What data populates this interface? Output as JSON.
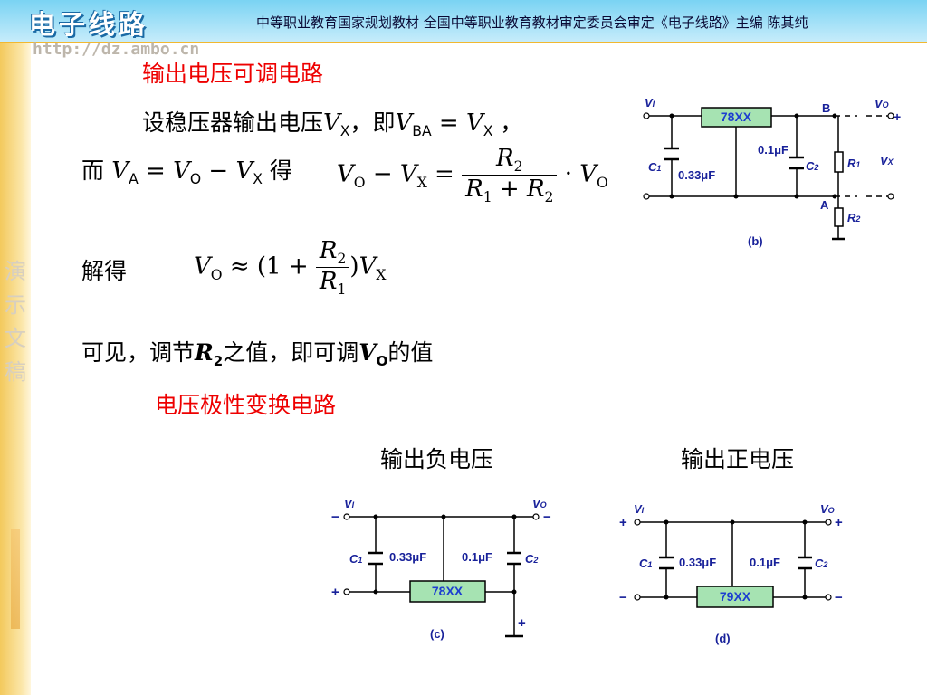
{
  "header": {
    "logo": "电子线路",
    "info": "中等职业教育国家规划教材 全国中等职业教育教材审定委员会审定《电子线路》主编 陈其纯",
    "url": "http://dz.ambo.cn"
  },
  "sidebar": {
    "vertical_text": "演示文稿"
  },
  "section1": {
    "title": "输出电压可调电路",
    "intro_prefix": "设稳压器输出电压",
    "intro_mid": "，即",
    "and_text": "而",
    "get_text": "得",
    "solve_text": "解得",
    "conclusion_prefix": "可见，调节",
    "conclusion_mid": "之值，即可调",
    "conclusion_suffix": "的值"
  },
  "section2": {
    "title": "电压极性变换电路",
    "label_neg": "输出负电压",
    "label_pos": "输出正电压"
  },
  "circuit_b": {
    "vi": "V",
    "vi_sub": "I",
    "vo": "V",
    "vo_sub": "O",
    "chip": "78",
    "chip_suffix": "ΧΧ",
    "c1": "C",
    "c1_sub": "1",
    "c1_val": "0.33μF",
    "c2": "C",
    "c2_sub": "2",
    "c2_val": "0.1μF",
    "r1": "R",
    "r1_sub": "1",
    "r2": "R",
    "r2_sub": "2",
    "vx": "V",
    "vx_sub": "X",
    "node_b": "B",
    "node_a": "A",
    "plus": "+",
    "caption": "(b)"
  },
  "circuit_c": {
    "vi": "V",
    "vi_sub": "I",
    "vo": "V",
    "vo_sub": "O",
    "chip": "78",
    "chip_suffix": "ΧΧ",
    "c1": "C",
    "c1_sub": "1",
    "c1_val": "0.33μF",
    "c2": "C",
    "c2_sub": "2",
    "c2_val": "0.1μF",
    "minus": "−",
    "plus": "+",
    "caption": "(c)"
  },
  "circuit_d": {
    "vi": "V",
    "vi_sub": "I",
    "vo": "V",
    "vo_sub": "O",
    "chip": "79",
    "chip_suffix": "ΧΧ",
    "c1": "C",
    "c1_sub": "1",
    "c1_val": "0.33μF",
    "c2": "C",
    "c2_sub": "2",
    "c2_val": "0.1μF",
    "minus": "−",
    "plus": "+",
    "caption": "(d)"
  },
  "colors": {
    "chip_fill": "#a6e3b2",
    "chip_text": "#1d3fd0",
    "wire": "#000000",
    "label_blue": "#18219a",
    "title_red": "#ee0000"
  }
}
